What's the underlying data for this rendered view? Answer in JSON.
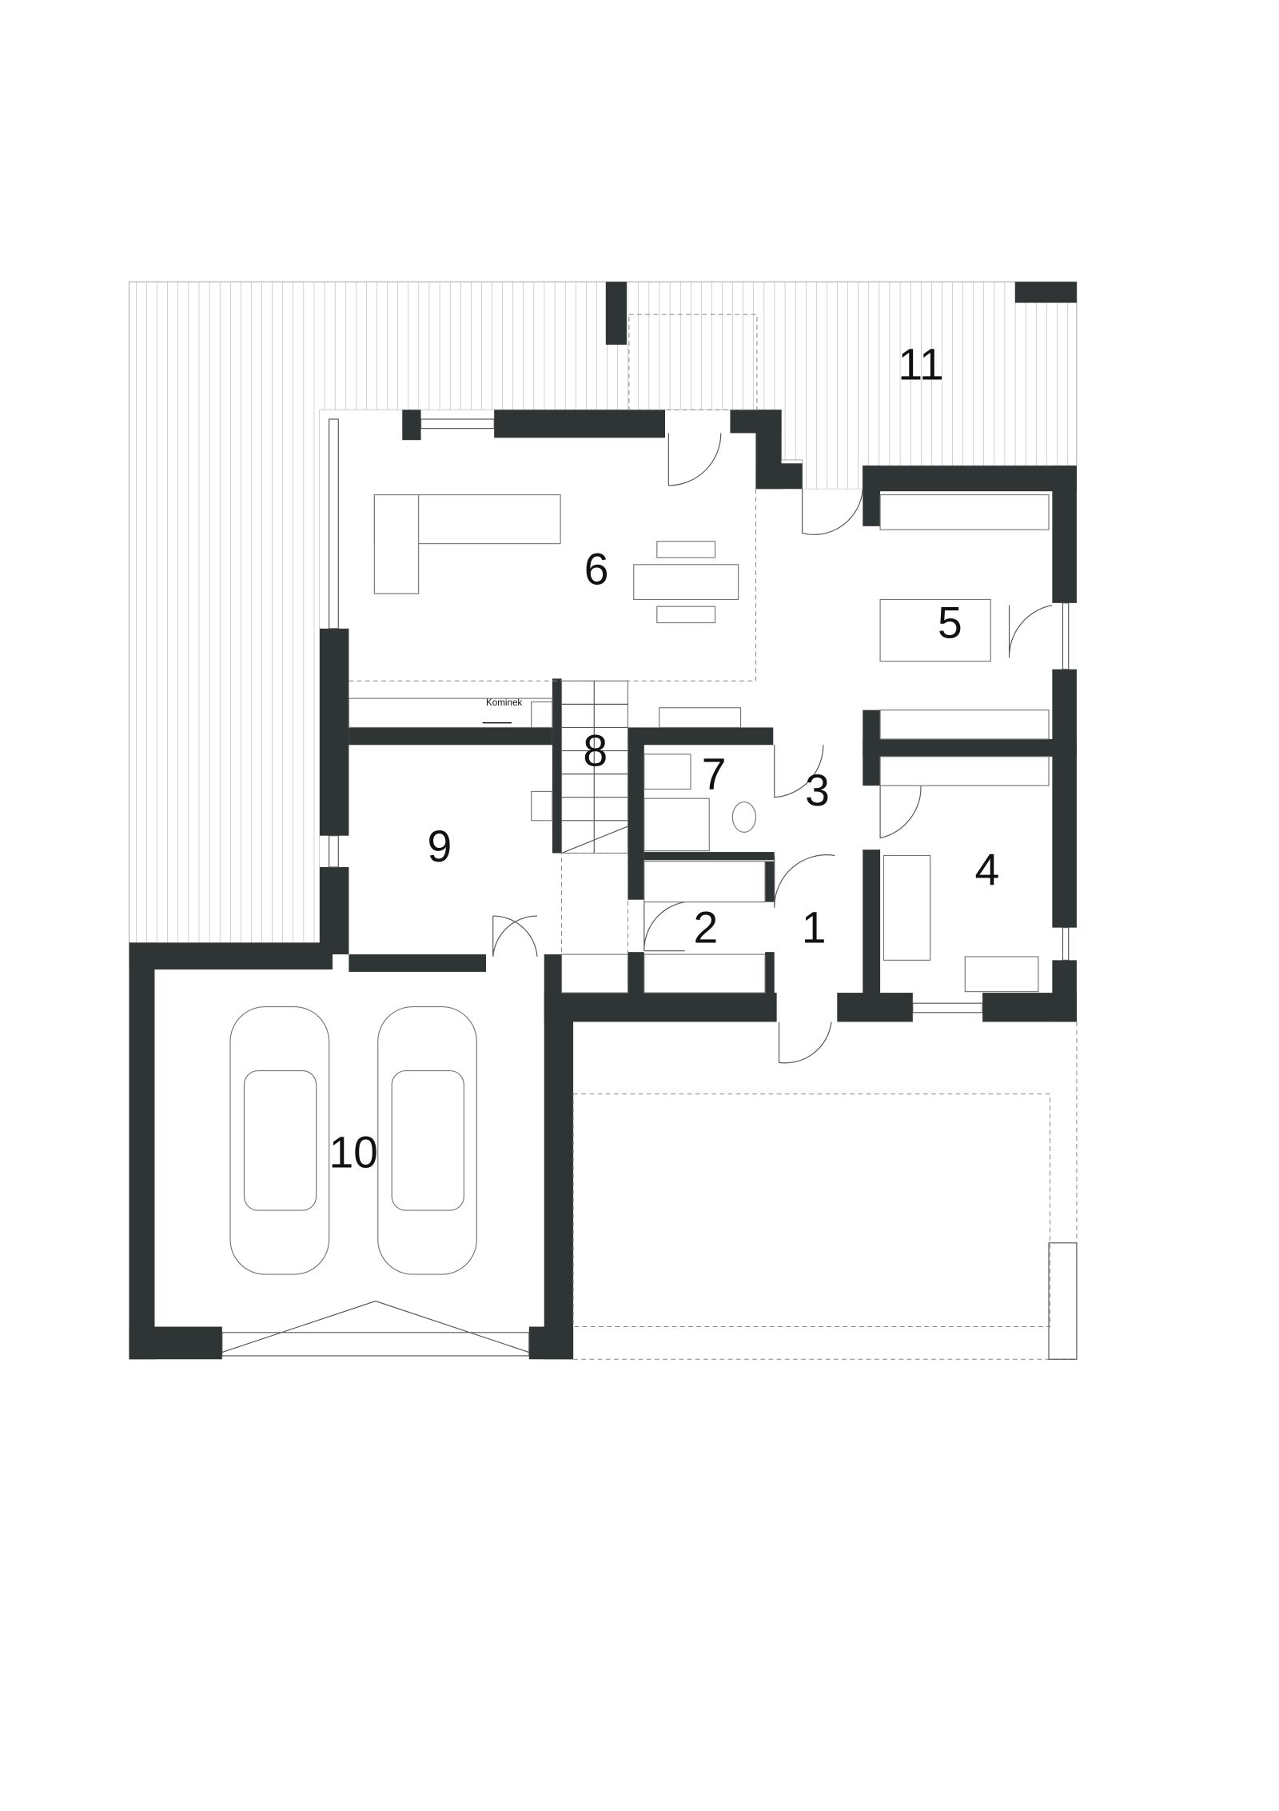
{
  "plan": {
    "rooms": [
      {
        "number": "1"
      },
      {
        "number": "2"
      },
      {
        "number": "3"
      },
      {
        "number": "4"
      },
      {
        "number": "5"
      },
      {
        "number": "6"
      },
      {
        "number": "7"
      },
      {
        "number": "8"
      },
      {
        "number": "9"
      },
      {
        "number": "10"
      },
      {
        "number": "11"
      }
    ],
    "fireplace_label": "Kominek",
    "colors": {
      "wall": "#2e3534",
      "background": "#ffffff",
      "line": "#777777"
    }
  }
}
